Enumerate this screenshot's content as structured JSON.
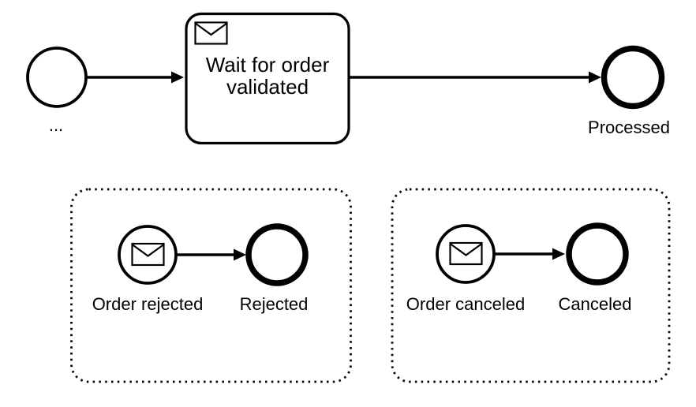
{
  "colors": {
    "background": "#ffffff",
    "ink": "#000000"
  },
  "main_flow": {
    "start_event_label": "...",
    "task_icon": "message-envelope-icon",
    "task_label_line1": "Wait for order",
    "task_label_line2": "validated",
    "end_event_label": "Processed"
  },
  "subprocess_rejected": {
    "start_event_icon": "message-envelope-icon",
    "start_event_label": "Order rejected",
    "end_event_label": "Rejected"
  },
  "subprocess_canceled": {
    "start_event_icon": "message-envelope-icon",
    "start_event_label": "Order canceled",
    "end_event_label": "Canceled"
  }
}
